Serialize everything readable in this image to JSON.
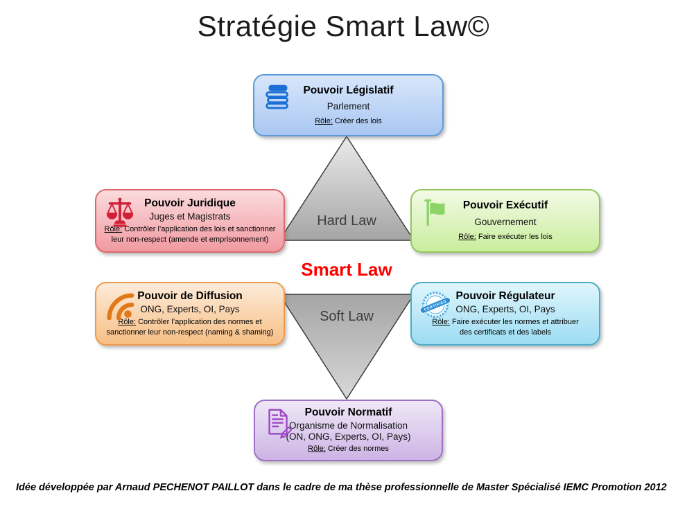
{
  "title": "Stratégie Smart Law©",
  "center": {
    "hard_law": "Hard Law",
    "smart_law": "Smart Law",
    "soft_law": "Soft Law",
    "smart_law_color": "#FF0000",
    "triangle_stroke": "#3C3C3C"
  },
  "boxes": {
    "legislatif": {
      "title": "Pouvoir Législatif",
      "subtitle": "Parlement",
      "role_label": "Rôle:",
      "role_text": "Créer des lois",
      "icon": "books-icon",
      "accent": "#1A6FD6",
      "border": "#5B9BD5"
    },
    "juridique": {
      "title": "Pouvoir Juridique",
      "subtitle": "Juges et Magistrats",
      "role_label": "Rôle:",
      "role_text": "Contrôler l’application des lois et sanctionner\nleur non-respect (amende et emprisonnement)",
      "icon": "scales-icon",
      "accent": "#D02038",
      "border": "#DB6A6E"
    },
    "executif": {
      "title": "Pouvoir Exécutif",
      "subtitle": "Gouvernement",
      "role_label": "Rôle:",
      "role_text": "Faire exécuter les lois",
      "icon": "flag-icon",
      "accent": "#8BD468",
      "border": "#94C65E"
    },
    "diffusion": {
      "title": "Pouvoir de Diffusion",
      "subtitle": "ONG, Experts, OI, Pays",
      "role_label": "Rôle:",
      "role_text": "Contrôler l’application des normes et\nsanctionner leur non-respect (naming & shaming)",
      "icon": "broadcast-icon",
      "accent": "#E0791A",
      "border": "#ED9A4E"
    },
    "regulateur": {
      "title": "Pouvoir Régulateur",
      "subtitle": "ONG, Experts, OI, Pays",
      "role_label": "Rôle:",
      "role_text": "Faire exécuter les normes et attribuer\ndes certificats et des labels",
      "icon": "certified-stamp-icon",
      "icon_text": "CERTIFIED",
      "accent": "#3BA0E0",
      "border": "#4BACC6"
    },
    "normatif": {
      "title": "Pouvoir Normatif",
      "subtitle": "Organisme de Normalisation\n(ON, ONG, Experts, OI, Pays)",
      "role_label": "Rôle:",
      "role_text": "Créer des normes",
      "icon": "document-pencil-icon",
      "accent": "#9C48C2",
      "border": "#9E6FC4"
    }
  },
  "footer": "Idée développée par Arnaud PECHENOT PAILLOT dans le cadre de ma thèse professionnelle de Master Spécialisé IEMC Promotion 2012"
}
